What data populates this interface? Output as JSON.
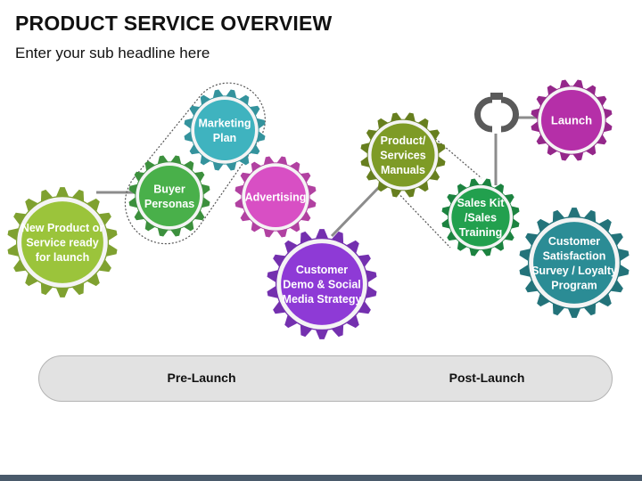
{
  "header": {
    "title": "PRODUCT SERVICE OVERVIEW",
    "subtitle": "Enter your sub headline here"
  },
  "gears": [
    {
      "id": "new-product",
      "lines": [
        "New Product or",
        "Service ready",
        "for launch"
      ],
      "color": "#9bc43b",
      "bold": true
    },
    {
      "id": "buyer-personas",
      "lines": [
        "Buyer",
        "Personas"
      ],
      "color": "#49b04a",
      "bold": true
    },
    {
      "id": "marketing-plan",
      "lines": [
        "Marketing",
        "Plan"
      ],
      "color": "#3fb3bf",
      "bold": true
    },
    {
      "id": "advertising",
      "lines": [
        "Advertising"
      ],
      "color": "#d84fc4",
      "bold": true
    },
    {
      "id": "customer-demo",
      "lines": [
        "Customer",
        "Demo & Social",
        "Media Strategy"
      ],
      "color": "#8e3ad6",
      "bold": true
    },
    {
      "id": "product-manuals",
      "lines": [
        "Product/",
        "Services",
        "Manuals"
      ],
      "color": "#7e9b26",
      "bold": true
    },
    {
      "id": "sales-kit",
      "lines": [
        "Sales Kit",
        "/Sales",
        "Training"
      ],
      "color": "#22a04e",
      "bold": true
    },
    {
      "id": "launch",
      "lines": [
        "Launch"
      ],
      "color": "#b52fa8",
      "bold": true
    },
    {
      "id": "customer-satisfaction",
      "lines": [
        "Customer",
        "Satisfaction",
        "Survey / Loyalty",
        "Program"
      ],
      "color": "#2b8c95",
      "bold": true
    }
  ],
  "phases": {
    "pre": "Pre-Launch",
    "post": "Post-Launch"
  },
  "colors": {
    "connector": "#8c8c8c",
    "phase_bar": "#e2e2e2",
    "footer": "#4a5a6b"
  }
}
